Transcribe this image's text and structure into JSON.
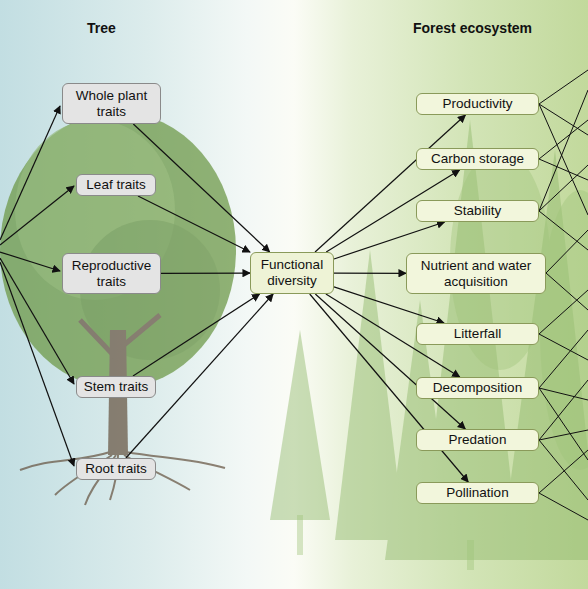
{
  "diagram": {
    "nodes": [
      {
        "text": [
          "Whole plant traits"
        ]
      },
      {
        "text": [
          "Leaf traits"
        ]
      },
      {
        "text": [
          "Reproductive traits"
        ]
      },
      {
        "text": [
          "Stem traits"
        ]
      },
      {
        "text": [
          "Root traits"
        ]
      },
      {
        "text": [
          "Functional diversity"
        ]
      },
      {
        "text": [
          "Productivity"
        ]
      },
      {
        "text": [
          "Carbon storage"
        ]
      },
      {
        "text": [
          "Stability"
        ]
      },
      {
        "text": [
          "Nutrient and water acquisition"
        ]
      },
      {
        "text": [
          "Litterfall"
        ]
      },
      {
        "text": [
          "Decomposition"
        ]
      },
      {
        "text": [
          "Predation"
        ]
      },
      {
        "text": [
          "Pollination"
        ]
      }
    ],
    "edges": [
      {
        "from": 0,
        "to": 5,
        "arrow": "to"
      },
      {
        "from": 1,
        "to": 5,
        "arrow": "to"
      },
      {
        "from": 2,
        "to": 5,
        "arrow": "to"
      },
      {
        "from": 3,
        "to": 5,
        "arrow": "to"
      },
      {
        "from": 4,
        "to": 5,
        "arrow": "to"
      },
      {
        "from": 5,
        "to": 6,
        "arrow": "to"
      },
      {
        "from": 5,
        "to": 7,
        "arrow": "to"
      },
      {
        "from": 5,
        "to": 8,
        "arrow": "to"
      },
      {
        "from": 5,
        "to": 9,
        "arrow": "to"
      },
      {
        "from": 5,
        "to": 10,
        "arrow": "to"
      },
      {
        "from": 5,
        "to": 11,
        "arrow": "to"
      },
      {
        "from": 5,
        "to": 12,
        "arrow": "to"
      },
      {
        "from": 5,
        "to": 13,
        "arrow": "to"
      }
    ],
    "labels": [
      "Tree",
      "Forest ecosystem"
    ]
  }
}
